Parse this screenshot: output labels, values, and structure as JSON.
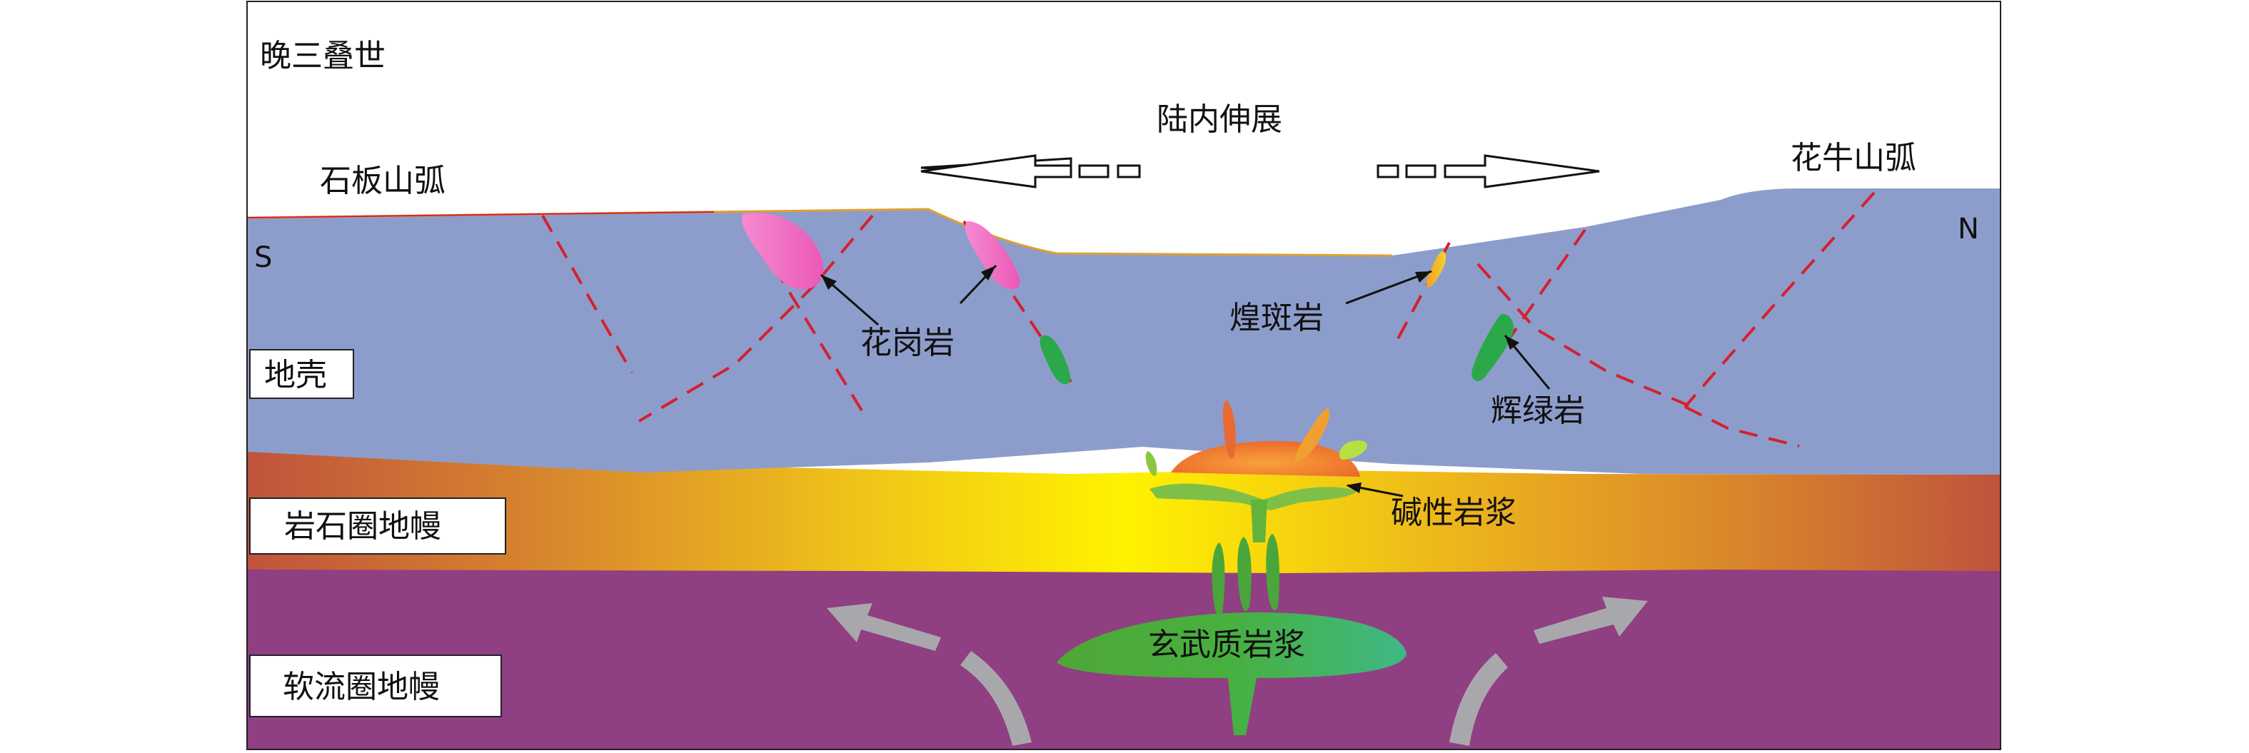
{
  "period": "晚三叠世",
  "process": "陆内伸展",
  "arcs": {
    "left": "石板山弧",
    "right": "花牛山弧"
  },
  "directions": {
    "south": "S",
    "north": "N"
  },
  "layers": {
    "crust": "地壳",
    "lithospheric_mantle": "岩石圈地幔",
    "asthenospheric_mantle": "软流圈地幔"
  },
  "rocks": {
    "granite": "花岗岩",
    "lamprophyre": "煌斑岩",
    "diabase": "辉绿岩",
    "alkaline_magma": "碱性岩浆",
    "basaltic_magma": "玄武质岩浆"
  },
  "colors": {
    "crust": "#8d9dcb",
    "asthenosphere": "#903f82",
    "litho_edge": "#c0533d",
    "litho_mid": "#e0a21f",
    "litho_core": "#fff200",
    "granite": "#ef66c0",
    "diabase": "#2aa84a",
    "fault": "#d52030",
    "flow_arrow": "#a8a8ac",
    "surface_line": "#e0a030"
  }
}
